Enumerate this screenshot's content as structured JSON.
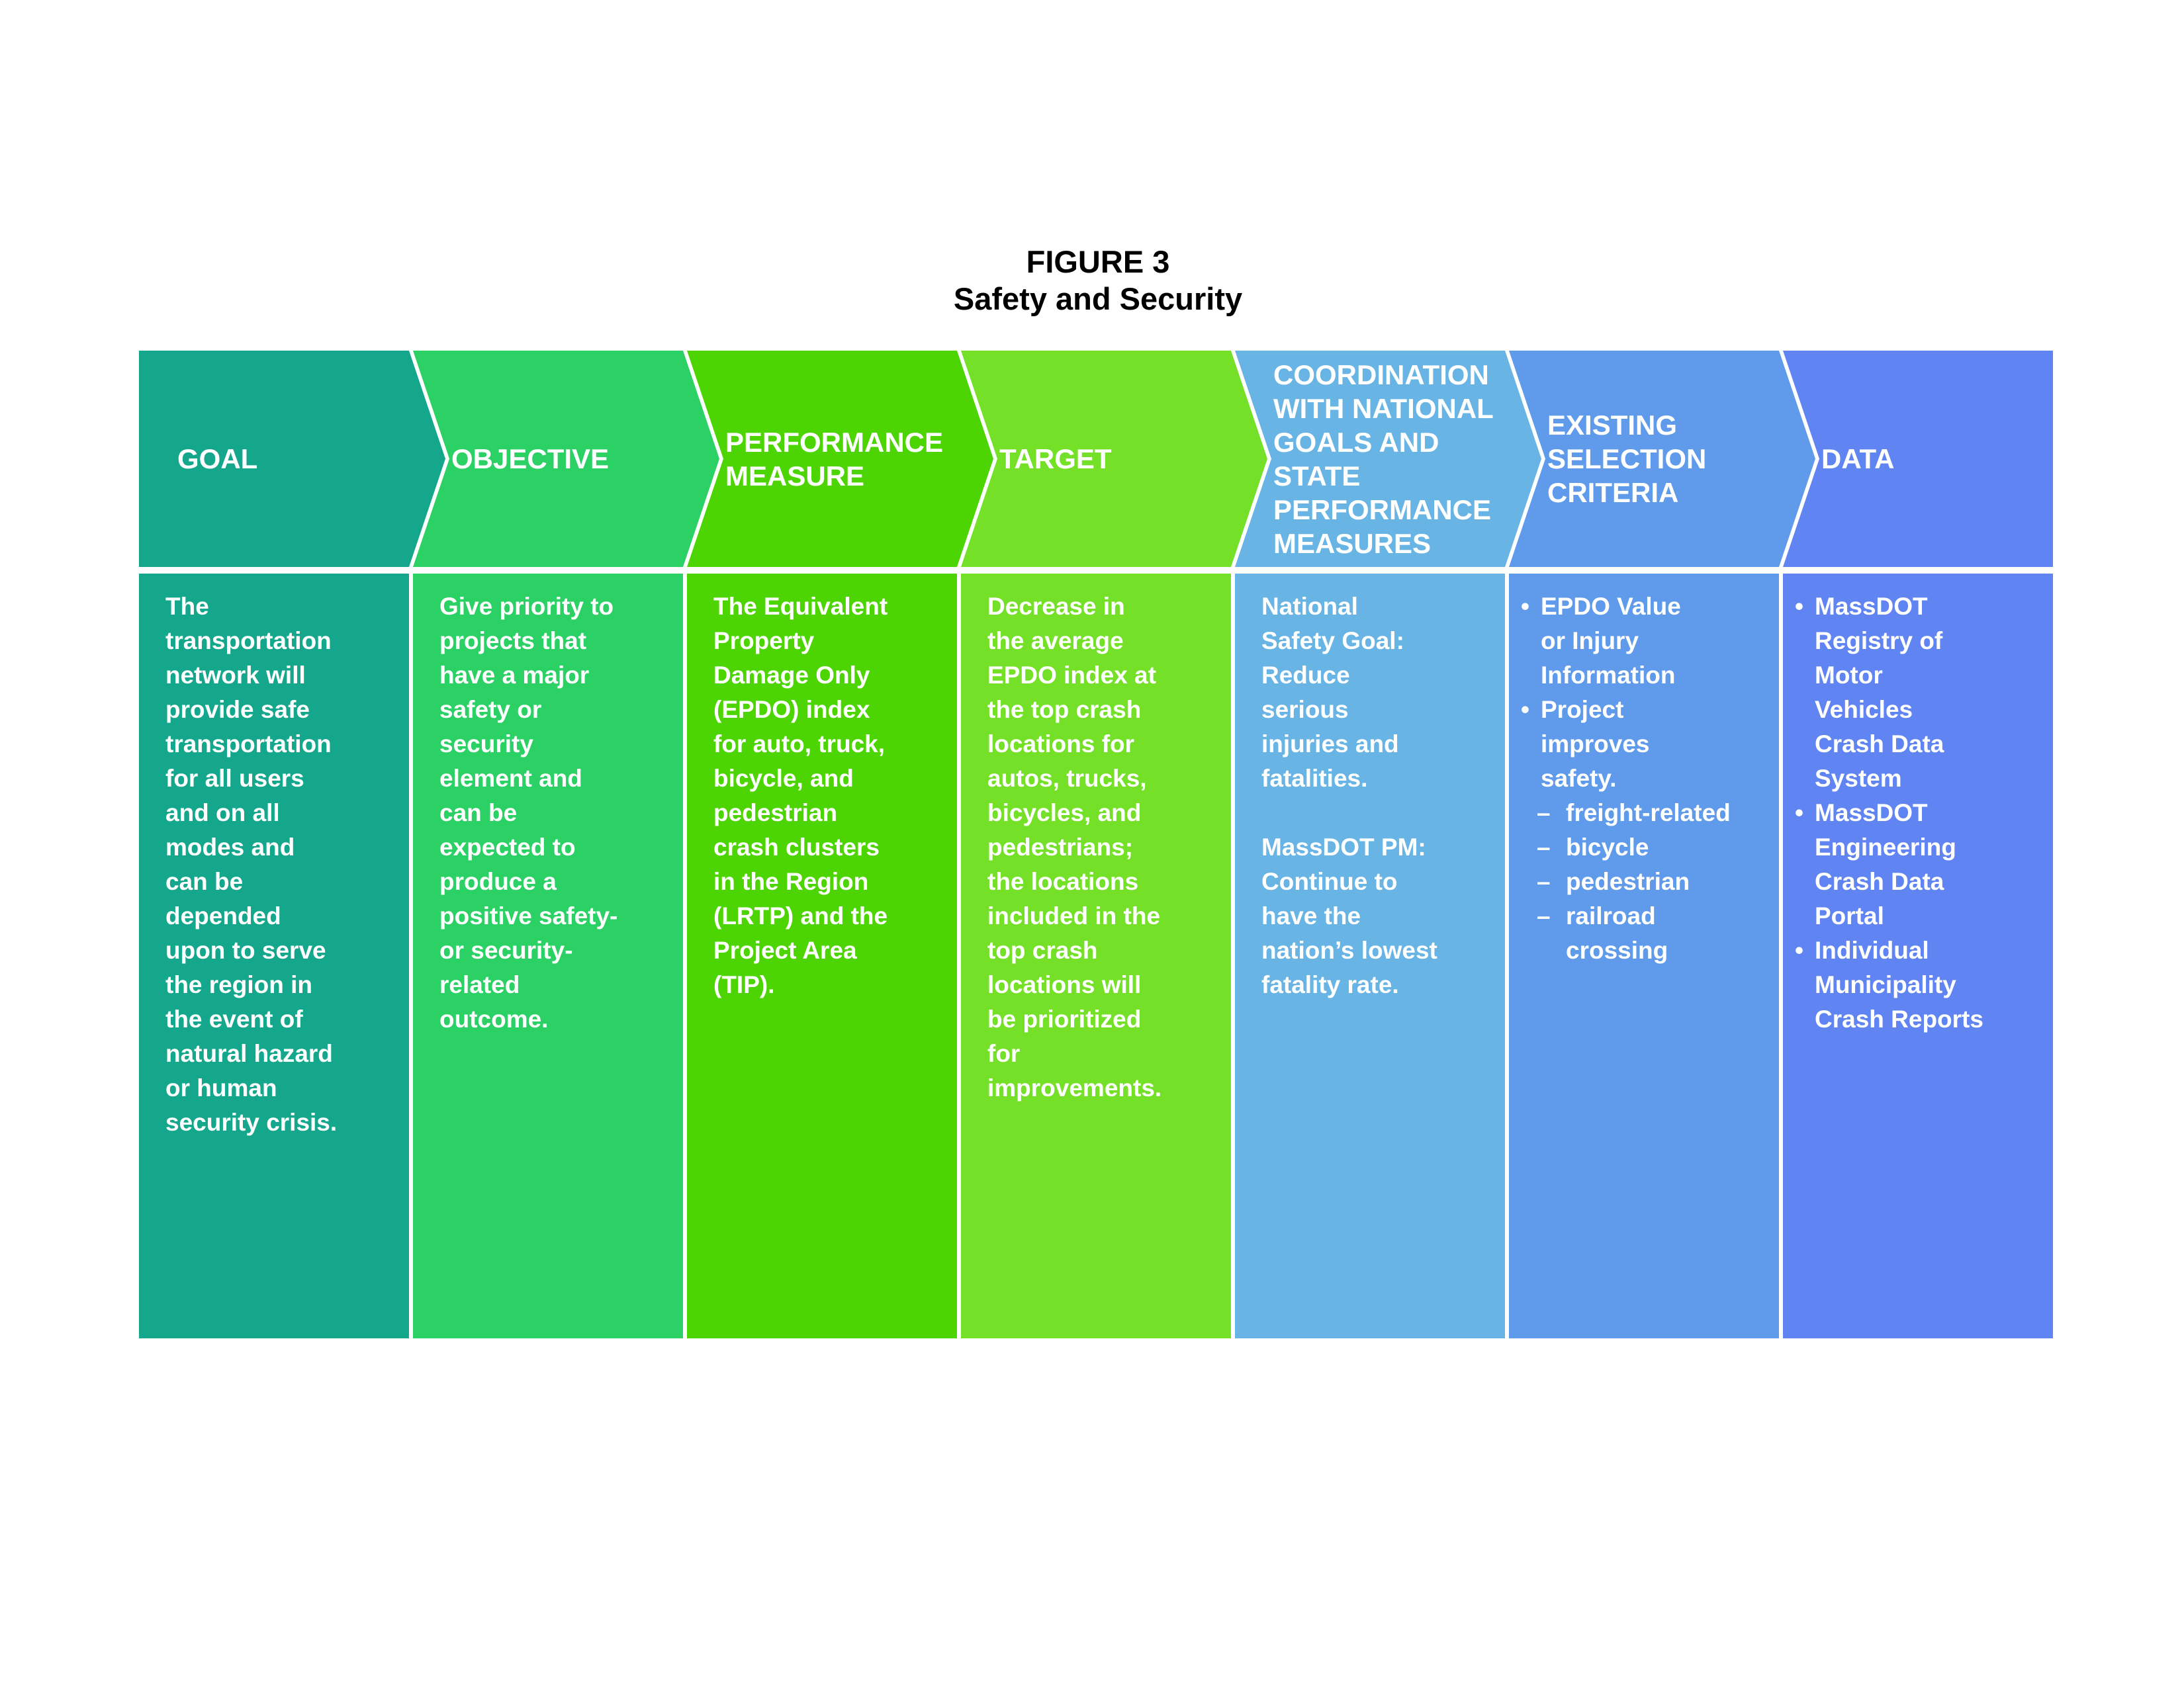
{
  "title": {
    "line1": "FIGURE 3",
    "line2": "Safety and Security"
  },
  "columns": [
    {
      "id": "goal",
      "header": "GOAL",
      "color": "#15A78C",
      "body": "The\ntransportation\nnetwork will\nprovide safe\ntransportation\nfor all users\nand on all\nmodes and\ncan be\ndepended\nupon to serve\nthe region in\nthe event of\nnatural hazard\nor human\nsecurity crisis."
    },
    {
      "id": "objective",
      "header": "OBJECTIVE",
      "color": "#2BD164",
      "body": "Give priority to\nprojects that\nhave a major\nsafety or\nsecurity\nelement and\ncan be\nexpected to\nproduce a\npositive safety-\nor security-\nrelated\noutcome."
    },
    {
      "id": "performance-measure",
      "header": "PERFORMANCE\nMEASURE",
      "color": "#4CD502",
      "body": "The Equivalent\nProperty\nDamage Only\n(EPDO) index\nfor auto, truck,\nbicycle, and\npedestrian\ncrash clusters\nin the Region\n(LRTP) and the\nProject Area\n(TIP)."
    },
    {
      "id": "target",
      "header": "TARGET",
      "color": "#75E028",
      "body": "Decrease in\nthe average\nEPDO index at\nthe top crash\nlocations for\nautos, trucks,\nbicycles, and\npedestrians;\nthe locations\nincluded in the\ntop crash\nlocations will\nbe prioritized\nfor\nimprovements."
    },
    {
      "id": "coordination",
      "header": "COORDINATION\nWITH NATIONAL\nGOALS AND\nSTATE\nPERFORMANCE\nMEASURES",
      "color": "#68B4E4",
      "body": "National\nSafety Goal:\nReduce\nserious\ninjuries and\nfatalities.\n\nMassDOT PM:\nContinue to\nhave the\nnation’s lowest\nfatality rate."
    },
    {
      "id": "existing-selection-criteria",
      "header": "EXISTING\nSELECTION\nCRITERIA",
      "color": "#5F9BEA",
      "items": [
        {
          "marker": "•",
          "indent": 0,
          "text": "EPDO Value\nor Injury\nInformation"
        },
        {
          "marker": "•",
          "indent": 0,
          "text": "Project\nimproves\nsafety."
        },
        {
          "marker": "–",
          "indent": 1,
          "text": "freight-related"
        },
        {
          "marker": "–",
          "indent": 1,
          "text": "bicycle"
        },
        {
          "marker": "–",
          "indent": 1,
          "text": "pedestrian"
        },
        {
          "marker": "–",
          "indent": 1,
          "text": "railroad\ncrossing"
        }
      ]
    },
    {
      "id": "data",
      "header": "DATA",
      "color": "#6085F3",
      "items": [
        {
          "marker": "•",
          "indent": 0,
          "text": "MassDOT\nRegistry of\nMotor\nVehicles\nCrash Data\nSystem"
        },
        {
          "marker": "•",
          "indent": 0,
          "text": "MassDOT\nEngineering\nCrash Data\nPortal"
        },
        {
          "marker": "•",
          "indent": 0,
          "text": "Individual\nMunicipality\nCrash Reports"
        }
      ]
    }
  ]
}
